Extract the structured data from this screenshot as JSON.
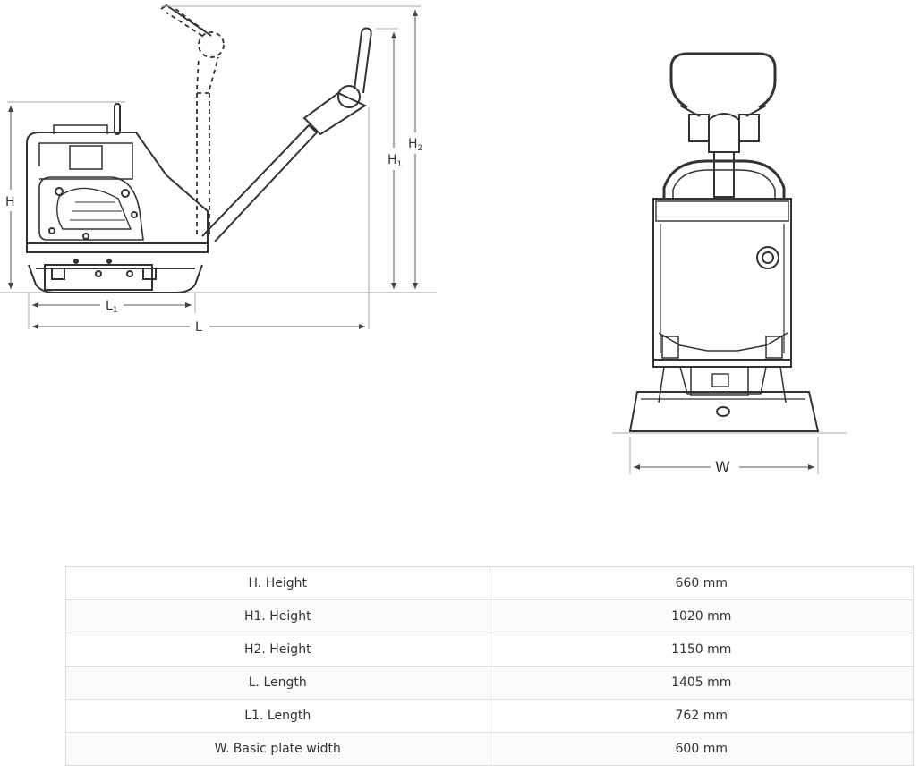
{
  "drawing": {
    "side_labels": {
      "H": "H",
      "H1_main": "H",
      "H1_sub": "1",
      "H2_main": "H",
      "H2_sub": "2",
      "L": "L",
      "L1_main": "L",
      "L1_sub": "1"
    },
    "front_labels": {
      "W": "W"
    }
  },
  "specs": [
    {
      "label": "H. Height",
      "value": "660 mm"
    },
    {
      "label": "H1. Height",
      "value": "1020 mm"
    },
    {
      "label": "H2. Height",
      "value": "1150 mm"
    },
    {
      "label": "L. Length",
      "value": "1405 mm"
    },
    {
      "label": "L1. Length",
      "value": "762 mm"
    },
    {
      "label": "W. Basic plate width",
      "value": "600 mm"
    }
  ]
}
